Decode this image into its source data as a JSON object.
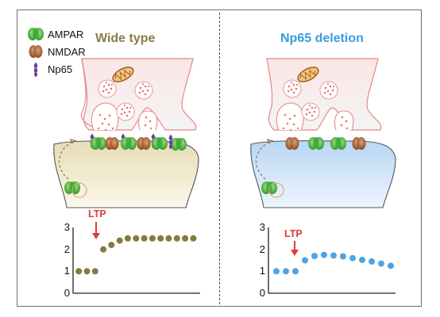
{
  "legend": {
    "items": [
      {
        "label": "AMPAR",
        "color": "#4cbb3c",
        "icon": "ampar-icon"
      },
      {
        "label": "NMDAR",
        "color": "#b06a37",
        "icon": "nmdar-icon"
      },
      {
        "label": "Np65",
        "color": "#6b3fa0",
        "icon": "np65-icon"
      }
    ]
  },
  "panels": {
    "left": {
      "title": "Wide type",
      "title_color": "#8a7c45",
      "postsynaptic_color": "#efe8cc",
      "point_color": "#857a3e",
      "ltp_label": "LTP"
    },
    "right": {
      "title": "Np65 deletion",
      "title_color": "#3d9be0",
      "postsynaptic_color": "#cfe3f7",
      "point_color": "#4ea3e6",
      "ltp_label": "LTP"
    }
  },
  "chart_data": [
    {
      "type": "scatter",
      "panel": "Wide type",
      "x": [
        1,
        2,
        3,
        4,
        5,
        6,
        7,
        8,
        9,
        10,
        11,
        12,
        13,
        14,
        15
      ],
      "y": [
        1.0,
        1.0,
        1.0,
        2.0,
        2.2,
        2.4,
        2.5,
        2.5,
        2.5,
        2.5,
        2.5,
        2.5,
        2.5,
        2.5,
        2.5
      ],
      "yticks": [
        0,
        1,
        2,
        3
      ],
      "ylim": [
        0,
        3
      ],
      "annotation": {
        "text": "LTP",
        "at_x": 3.6,
        "color": "#e23b3b"
      }
    },
    {
      "type": "scatter",
      "panel": "Np65 deletion",
      "x": [
        1,
        2,
        3,
        4,
        5,
        6,
        7,
        8,
        9,
        10,
        11,
        12,
        13
      ],
      "y": [
        1.0,
        1.0,
        1.0,
        1.5,
        1.7,
        1.75,
        1.72,
        1.68,
        1.6,
        1.52,
        1.45,
        1.35,
        1.25
      ],
      "yticks": [
        0,
        1,
        2,
        3
      ],
      "ylim": [
        0,
        3
      ],
      "annotation": {
        "text": "LTP",
        "at_x": 3.6,
        "color": "#e23b3b"
      }
    }
  ]
}
